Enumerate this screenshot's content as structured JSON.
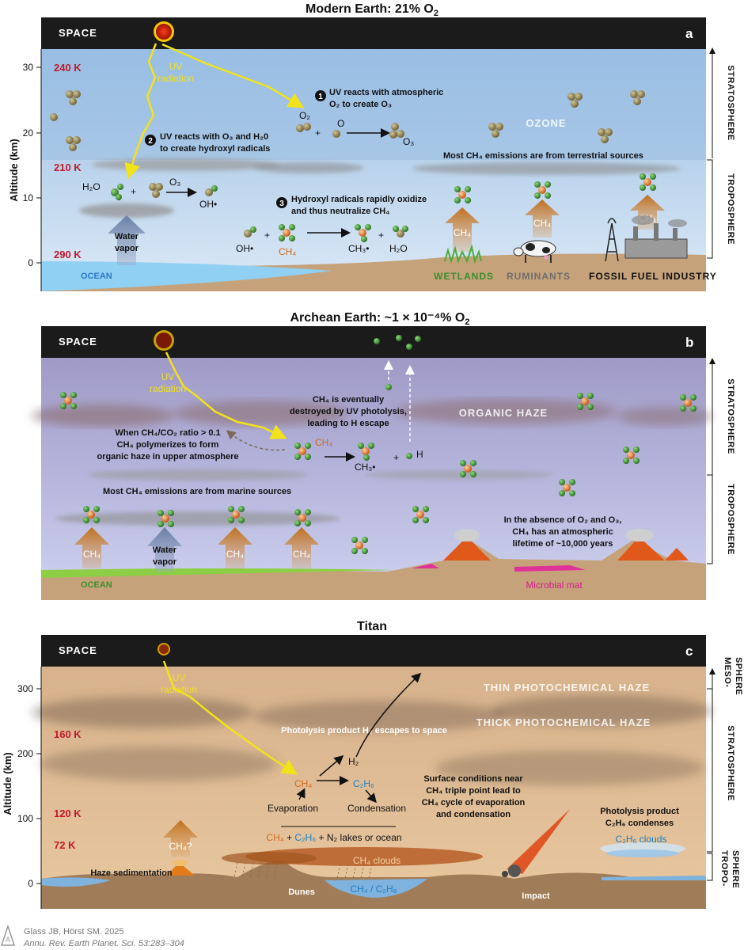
{
  "colors": {
    "accent_red": "#c0192c",
    "uv_yellow": "#f2e21a",
    "ch4_orange": "#d2691e",
    "c2h6_blue": "#1f7fc4"
  },
  "panel_a": {
    "title": "Modern Earth: 21% O",
    "title_sub": "2",
    "space": "SPACE",
    "letter": "a",
    "axis_label": "Altitude (km)",
    "ticks": [
      "30",
      "20",
      "10",
      "0"
    ],
    "temps": [
      "240 K",
      "210 K",
      "290 K"
    ],
    "uv": [
      "UV",
      "radiation"
    ],
    "step1": [
      "UV reacts with atmospheric",
      "O₂ to create O₃"
    ],
    "step2": [
      "UV reacts with O₃ and H₂0",
      "to create hydroxyl radicals"
    ],
    "step3": [
      "Hydroxyl radicals rapidly oxidize",
      "and thus neutralize CH₄"
    ],
    "ozone": "OZONE",
    "emissions": "Most CH₄ emissions are from terrestrial sources",
    "molecules": {
      "o2": "O₂",
      "o": "O",
      "o3": "O₃",
      "o3b": "O₃",
      "h2o": "H₂O",
      "oh": "OH•",
      "oh2": "OH•",
      "ch4": "CH₄",
      "ch3": "CH₃•",
      "h2o2": "H₂O",
      "plus": "+"
    },
    "water_vapor": [
      "Water",
      "vapor"
    ],
    "ocean": "OCEAN",
    "sources": [
      "WETLANDS",
      "RUMINANTS",
      "FOSSIL FUEL INDUSTRY"
    ],
    "ch4_label": "CH₄",
    "side": [
      "STRATOSPHERE",
      "TROPOSPHERE"
    ]
  },
  "panel_b": {
    "title": "Archean Earth: ~1 × 10⁻⁴% O",
    "title_sub": "2",
    "space": "SPACE",
    "letter": "b",
    "uv": [
      "UV",
      "radiation"
    ],
    "haze_text": [
      "When CH₄/CO₂ ratio > 0.1",
      "CH₄ polymerizes to form",
      "organic haze in upper atmosphere"
    ],
    "destroy_text": [
      "CH₄ is eventually",
      "destroyed by UV photolysis,",
      "leading to H escape"
    ],
    "organic_haze": "ORGANIC HAZE",
    "emissions": "Most CH₄ emissions are from marine sources",
    "lifetime": [
      "In the absence of O₂ and O₃,",
      "CH₄ has an atmospheric",
      "lifetime of ~10,000 years"
    ],
    "molecules": {
      "ch4": "CH₄",
      "ch3": "CH₃•",
      "h": "H",
      "plus": "+"
    },
    "water_vapor": [
      "Water",
      "vapor"
    ],
    "ocean": "OCEAN",
    "mat": "Microbial mat",
    "ch4_label": "CH₄",
    "side": [
      "STRATOSPHERE",
      "TROPOSPHERE"
    ]
  },
  "panel_c": {
    "title": "Titan",
    "space": "SPACE",
    "letter": "c",
    "axis_label": "Altitude (km)",
    "ticks": [
      "300",
      "200",
      "100",
      "0"
    ],
    "temps": [
      "160 K",
      "120 K",
      "72 K"
    ],
    "uv": [
      "UV",
      "radiation"
    ],
    "thin_haze": "THIN PHOTOCHEMICAL HAZE",
    "thick_haze": "THICK PHOTOCHEMICAL HAZE",
    "escape": "Photolysis product H₂ escapes to space",
    "h2": "H₂",
    "ch4": "CH₄",
    "c2h6": "C₂H₆",
    "evaporation": "Evaporation",
    "condensation": "Condensation",
    "lakes": [
      "CH₄",
      "+",
      "C₂H₆",
      "+ N₂ lakes or ocean"
    ],
    "surface": [
      "Surface conditions near",
      "CH₄ triple point lead to",
      "CH₄ cycle of evaporation",
      "and condensation"
    ],
    "photolysis_c2h6": [
      "Photolysis product",
      "C₂H₆ condenses"
    ],
    "c2h6_clouds": "C₂H₆ clouds",
    "ch4_question": "CH₄?",
    "ch4_clouds": "CH₄ clouds",
    "haze_sed": "Haze sedimentation",
    "dunes": "Dunes",
    "lake_label": "CH₄ / C₂H₆",
    "impact": "Impact",
    "side": [
      "MESO-",
      "SPHERE",
      "STRATOSPHERE",
      "TROPO-",
      "SPHERE"
    ]
  },
  "citation": {
    "line1": "Glass JB, Hörst SM. 2025",
    "line2": "Annu. Rev. Earth Planet. Sci. 53:283–304"
  }
}
